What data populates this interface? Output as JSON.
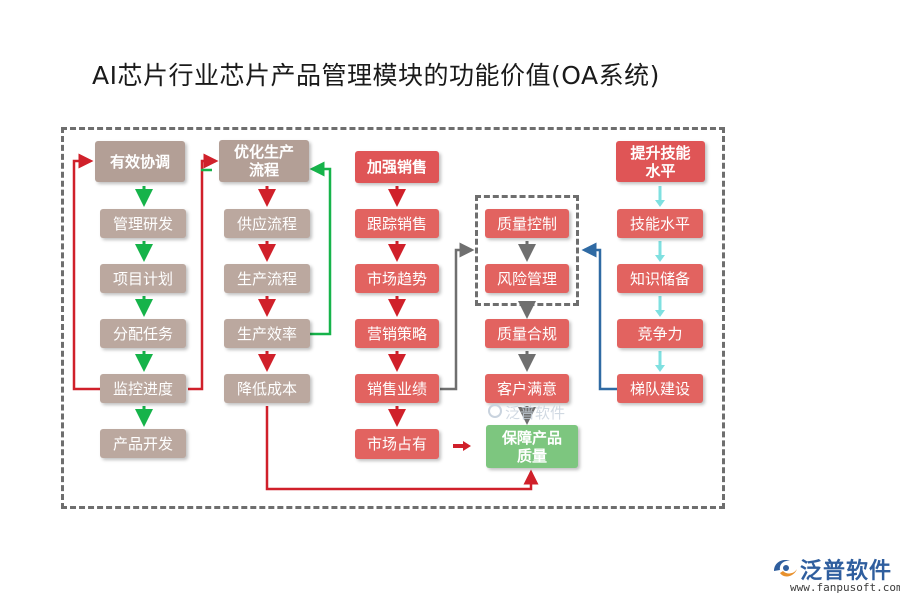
{
  "title": "AI芯片行业芯片产品管理模块的功能价值(OA系统)",
  "columns": {
    "c1": {
      "head": "有效协调",
      "items": [
        "管理研发",
        "项目计划",
        "分配任务",
        "监控进度",
        "产品开发"
      ]
    },
    "c2": {
      "head": "优化生产\n流程",
      "items": [
        "供应流程",
        "生产流程",
        "生产效率",
        "降低成本"
      ]
    },
    "c3": {
      "head": "加强销售",
      "items": [
        "跟踪销售",
        "市场趋势",
        "营销策略",
        "销售业绩",
        "市场占有"
      ]
    },
    "c4": {
      "items": [
        "质量控制",
        "风险管理",
        "质量合规",
        "客户满意"
      ],
      "result": "保障产品\n质量"
    },
    "c5": {
      "head": "提升技能\n水平",
      "items": [
        "技能水平",
        "知识储备",
        "竞争力",
        "梯队建设"
      ]
    }
  },
  "watermark": "泛普软件",
  "logo": {
    "name": "泛普软件",
    "url": "www.fanpusoft.com"
  },
  "colors": {
    "tan": "#b39f96",
    "red": "#e26360",
    "green": "#7dc67f",
    "arrow_green": "#16b34a",
    "arrow_red": "#d0202a",
    "arrow_cyan": "#7fe0e0",
    "arrow_gray": "#6f6f6f",
    "line_blue": "#2f6aa3",
    "brand": "#2f5e9e"
  }
}
